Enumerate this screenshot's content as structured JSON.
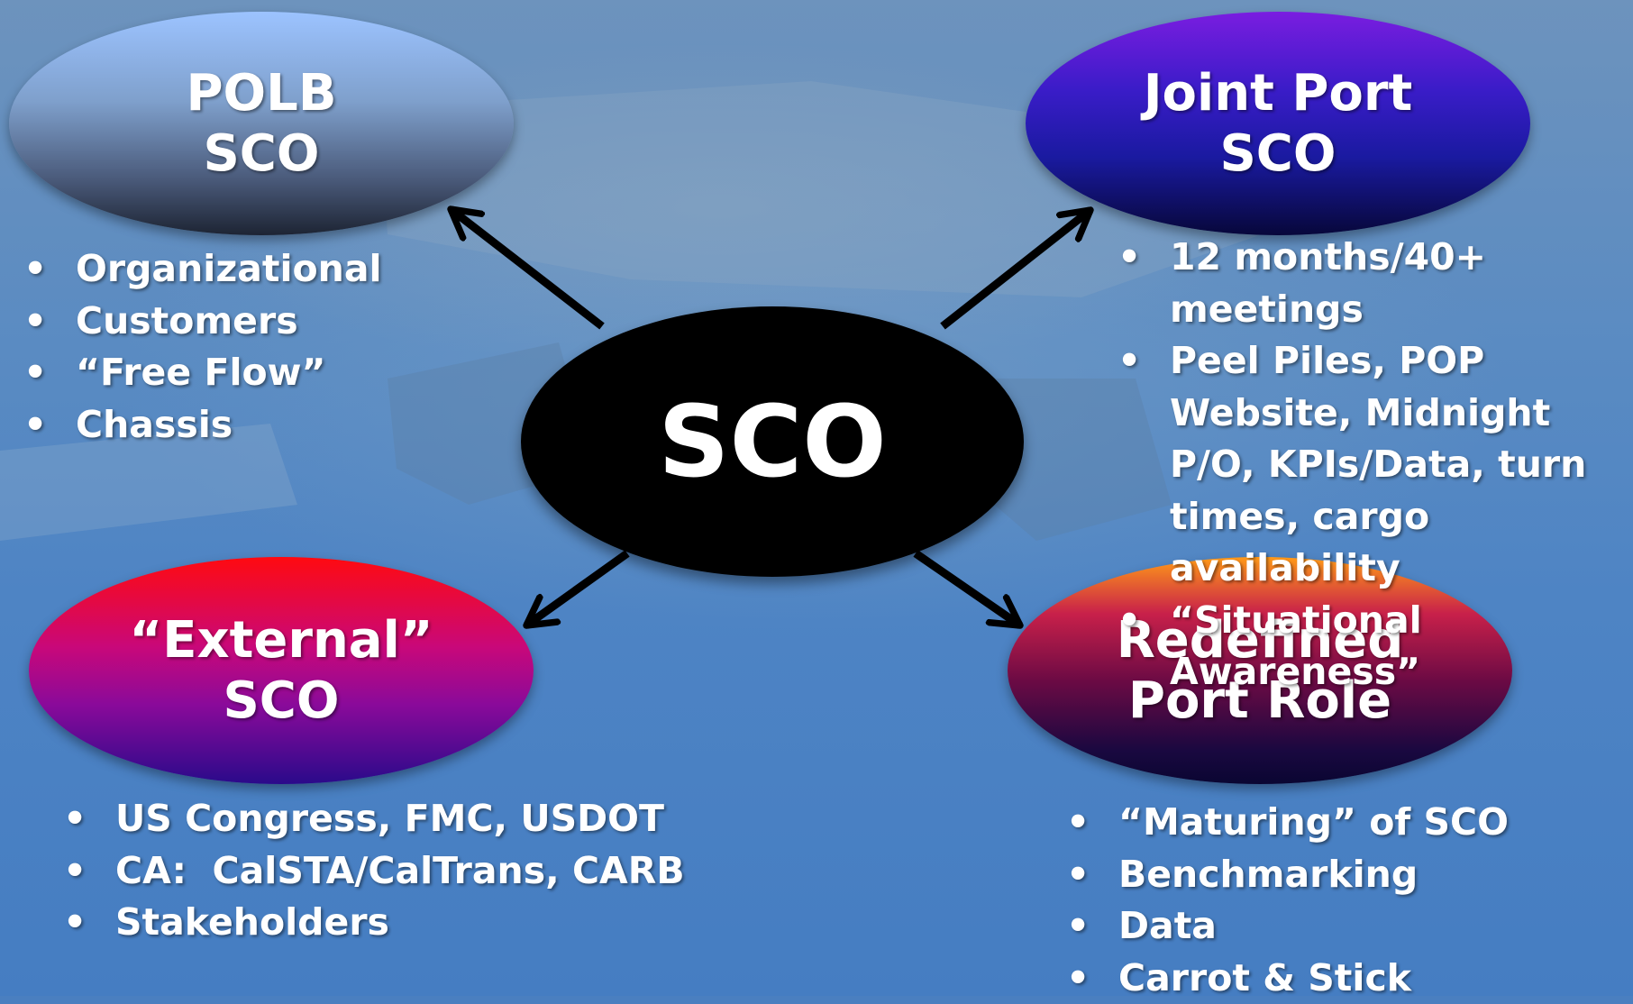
{
  "center": {
    "label": "SCO"
  },
  "nodes": {
    "polb": {
      "line1": "POLB",
      "line2": "SCO"
    },
    "joint": {
      "line1": "Joint Port",
      "line2": "SCO"
    },
    "external": {
      "line1": "“External”",
      "line2": "SCO"
    },
    "redefined": {
      "line1": "Redefined",
      "line2": "Port Role"
    }
  },
  "bullet_symbol": "•",
  "bullets": {
    "polb": [
      "Organizational",
      "Customers",
      "“Free Flow”",
      "Chassis"
    ],
    "joint": [
      "12 months/40+ meetings",
      "Peel Piles, POP Website, Midnight P/O, KPIs/Data, turn times, cargo availability",
      "“Situational Awareness”"
    ],
    "external": [
      "US Congress, FMC, USDOT",
      "CA:  CalSTA/CalTrans, CARB",
      "Stakeholders"
    ],
    "redefined": [
      "“Maturing” of SCO",
      "Benchmarking",
      "Data",
      "Carrot & Stick"
    ]
  },
  "colors": {
    "text": "#ffffff",
    "arrow": "#000000",
    "center_fill": "#000000"
  }
}
